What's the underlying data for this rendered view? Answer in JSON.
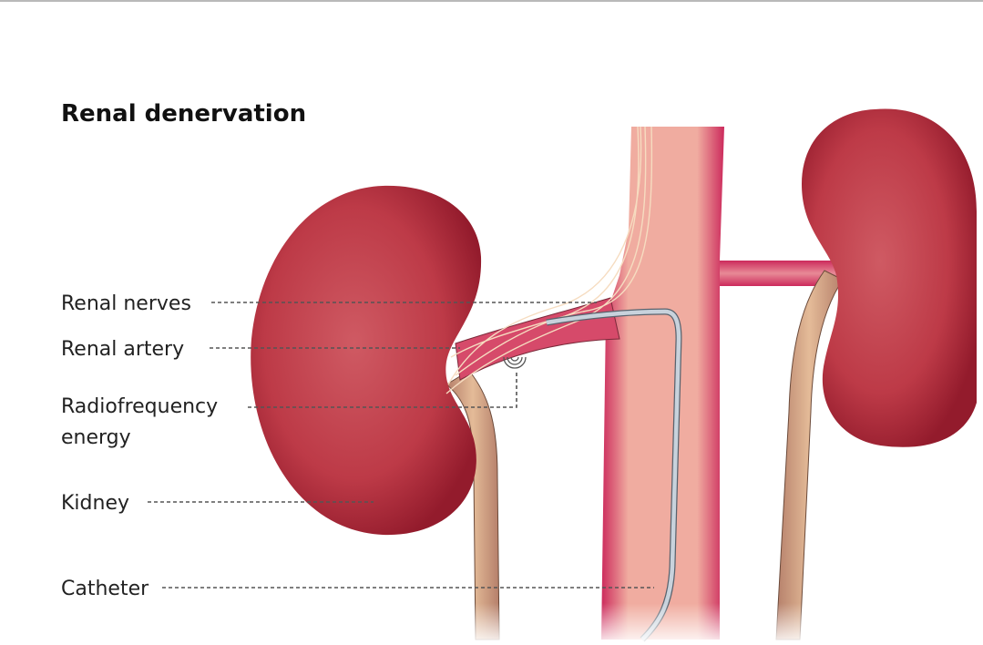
{
  "title": "Renal denervation",
  "labels": {
    "renal_nerves": "Renal nerves",
    "renal_artery": "Renal artery",
    "rf_line1": "Radiofrequency",
    "rf_line2": "energy",
    "kidney": "Kidney",
    "catheter": "Catheter"
  },
  "colors": {
    "kidney": "#b8303f",
    "kidney_dark": "#8e1a2a",
    "aorta_center": "#f0aca0",
    "aorta_edge": "#cc2a5c",
    "ureter": "#d9a98a",
    "catheter": "#c8d2dc",
    "nerve": "#f6dcc0"
  }
}
